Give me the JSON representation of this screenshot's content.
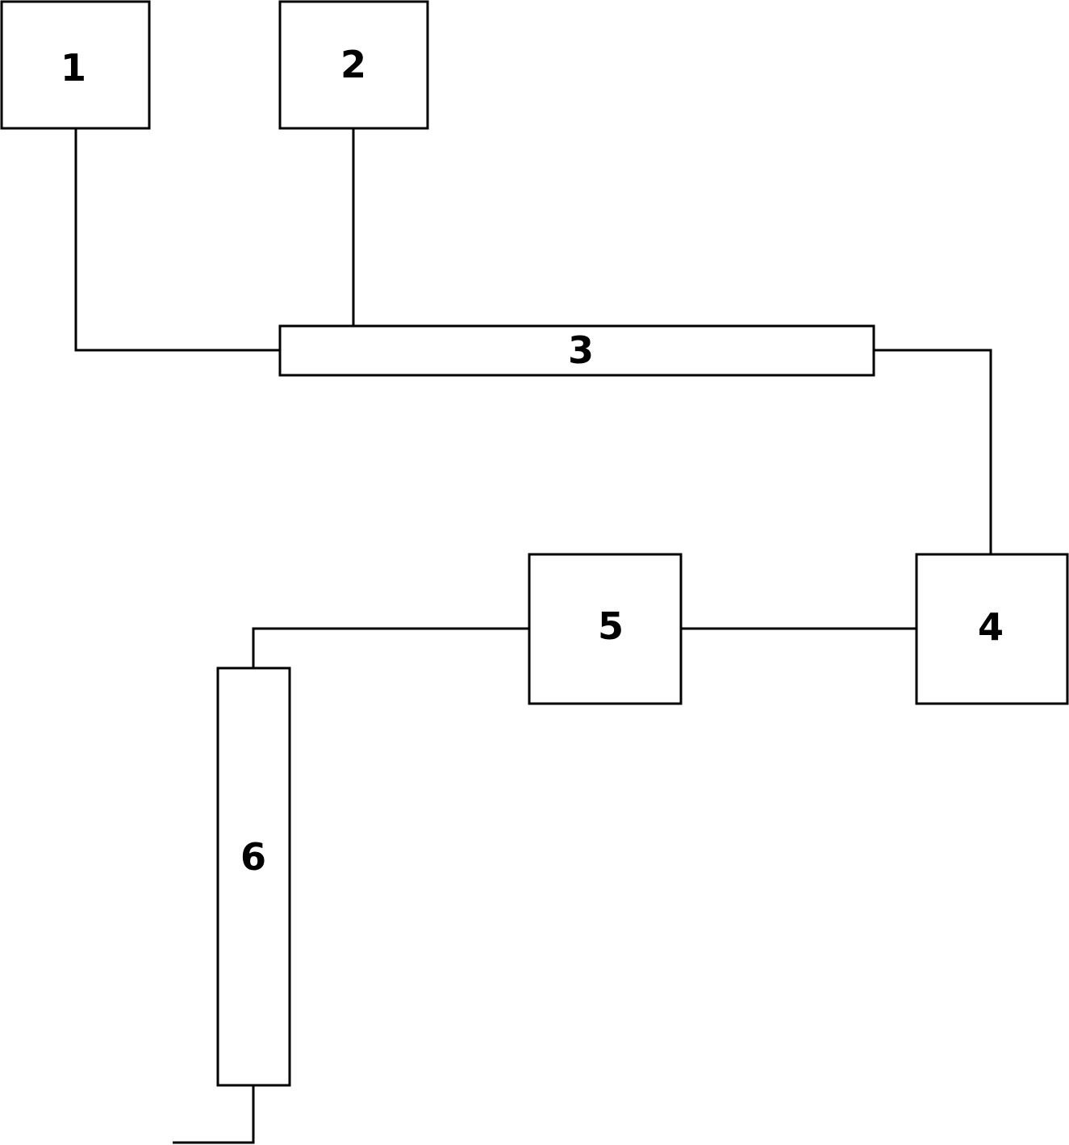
{
  "diagram": {
    "colors": {
      "stroke": "#000000",
      "background": "#ffffff"
    },
    "blocks": [
      {
        "id": "block-1",
        "label": "1"
      },
      {
        "id": "block-2",
        "label": "2"
      },
      {
        "id": "block-3",
        "label": "3"
      },
      {
        "id": "block-4",
        "label": "4"
      },
      {
        "id": "block-5",
        "label": "5"
      },
      {
        "id": "block-6",
        "label": "6"
      }
    ],
    "connections": [
      {
        "from": "1",
        "to": "3"
      },
      {
        "from": "2",
        "to": "3"
      },
      {
        "from": "3",
        "to": "4"
      },
      {
        "from": "4",
        "to": "5"
      },
      {
        "from": "5",
        "to": "6"
      },
      {
        "from": "6",
        "to": ""
      }
    ]
  }
}
